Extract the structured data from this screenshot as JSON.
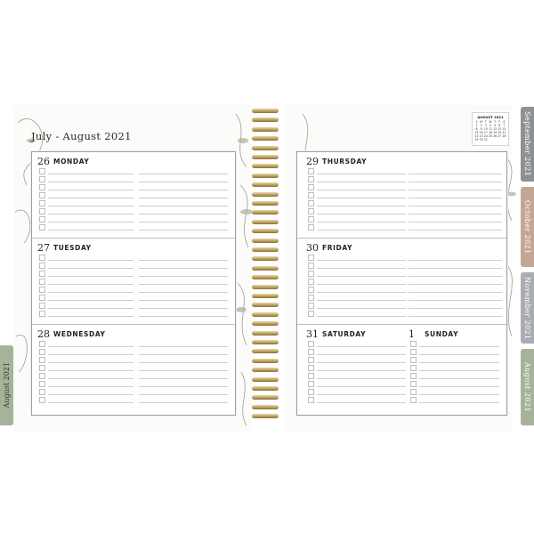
{
  "header": {
    "title": "July - August 2021"
  },
  "mini_calendar": {
    "title": "AUGUST 2021",
    "weekdays": [
      "S",
      "M",
      "T",
      "W",
      "T",
      "F",
      "S"
    ],
    "days": [
      "1",
      "2",
      "3",
      "4",
      "5",
      "6",
      "7",
      "8",
      "9",
      "10",
      "11",
      "12",
      "13",
      "14",
      "15",
      "16",
      "17",
      "18",
      "19",
      "20",
      "21",
      "22",
      "23",
      "24",
      "25",
      "26",
      "27",
      "28",
      "29",
      "30",
      "31"
    ]
  },
  "left_page": {
    "days": [
      {
        "number": "26",
        "name": "MONDAY"
      },
      {
        "number": "27",
        "name": "TUESDAY"
      },
      {
        "number": "28",
        "name": "WEDNESDAY"
      }
    ]
  },
  "right_page": {
    "days": [
      {
        "number": "29",
        "name": "THURSDAY"
      },
      {
        "number": "30",
        "name": "FRIDAY"
      },
      {
        "number": "31",
        "name": "SATURDAY"
      },
      {
        "number": "1",
        "name": "SUNDAY"
      }
    ]
  },
  "tabs": {
    "right": [
      {
        "label": "September 2021",
        "color": "#8e9194"
      },
      {
        "label": "October 2021",
        "color": "#c5a594"
      },
      {
        "label": "November 2021",
        "color": "#a9adb1"
      },
      {
        "label": "August 2021",
        "color": "#a6b39a"
      }
    ],
    "left": {
      "label": "August 2021",
      "color": "#a6b39a"
    }
  }
}
